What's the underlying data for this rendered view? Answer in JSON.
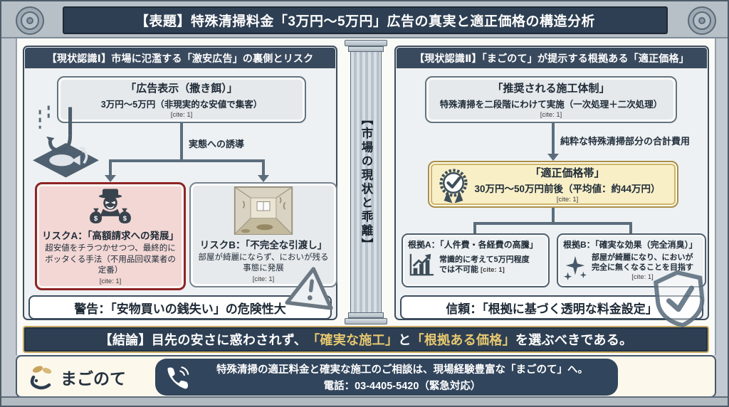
{
  "header": {
    "title": "【表題】特殊清掃料金「3万円〜5万円」広告の真実と適正価格の構造分析"
  },
  "pillar": {
    "text": "【市場の現状と乖離】"
  },
  "left": {
    "header": "【現状認識Ⅰ】市場に氾濫する「激安広告」の裏側とリスク",
    "ad_box": {
      "title": "「広告表示（撒き餌）」",
      "line": "3万円〜5万円（非現実的な安値で集客）",
      "cite": "[cite: 1]"
    },
    "flow_label": "実態への誘導",
    "risk_a": {
      "title": "リスクA：「高額請求への発展」",
      "body": "超安値をチラつかせつつ、最終的に\nボッタくる手法（不用品回収業者の定番）",
      "cite": "[cite: 1]"
    },
    "risk_b": {
      "title": "リスクB：「不完全な引渡し」",
      "body": "部屋が綺麗にならず、においが残る\n事態に発展",
      "cite": "[cite: 1]"
    },
    "warning": "警告：「安物買いの銭失い」の危険性大"
  },
  "right": {
    "header": "【現状認識Ⅱ】「まごのて」が提示する根拠ある「適正価格」",
    "plan_box": {
      "title": "「推奨される施工体制」",
      "line": "特殊清掃を二段階にわけて実施（一次処理＋二次処理）",
      "cite": "[cite: 1]"
    },
    "flow_label": "純粋な特殊清掃部分の合計費用",
    "price_box": {
      "title": "「適正価格帯」",
      "line": "30万円〜50万円前後（平均値：約44万円）",
      "cite": "[cite: 1]"
    },
    "basis_a": {
      "title": "根拠A：「人件費・各経費の高騰」",
      "body": "常識的に考えて5万円程度\nでは不可能",
      "cite": "[cite: 1]"
    },
    "basis_b": {
      "title": "根拠B：「確実な効果（完全消臭）」",
      "body": "部屋が綺麗になり、においが\n完全に無くなることを目指す",
      "cite": "[cite: 1]"
    },
    "trust": "信頼：「根拠に基づく透明な料金設定」"
  },
  "conclusion": {
    "p1": "【結論】目先の安さに惑わされず、",
    "h1": "「確実な施工」",
    "p2": "と",
    "h2": "「根拠ある価格」",
    "p3": "を選ぶべきである。"
  },
  "footer": {
    "brand": "まごのて",
    "line1": "特殊清掃の適正料金と確実な施工のご相談は、現場経験豊富な「まごのて」へ。",
    "line2": "電話：03-4405-5420（緊急対応）"
  },
  "icons": {
    "header_left": "crest-emblem-icon",
    "header_right": "crest-emblem-icon",
    "left_flow": "fishing-hook-bait-icon",
    "risk_a": "bandit-money-bags-icon",
    "risk_b": "dirty-room-image",
    "warning": "warning-triangle-icon",
    "price": "award-badge-check-icon",
    "basis_a": "rising-bar-chart-icon",
    "basis_b": "sparkles-icon",
    "trust": "shield-check-icon",
    "phone": "phone-call-icon",
    "brand": "magonote-hand-logo-icon"
  },
  "colors": {
    "navy": "#2e3f53",
    "panel_navy": "#3a4a5e",
    "gold": "#c8ab62",
    "gold_text": "#e7c870",
    "red_border": "#8e2424",
    "pink_bg": "#f2d7d5",
    "gold_bg": "#f8efc7",
    "cream_bg": "#fdf8ec",
    "frame_gray": "#c3cad1"
  }
}
